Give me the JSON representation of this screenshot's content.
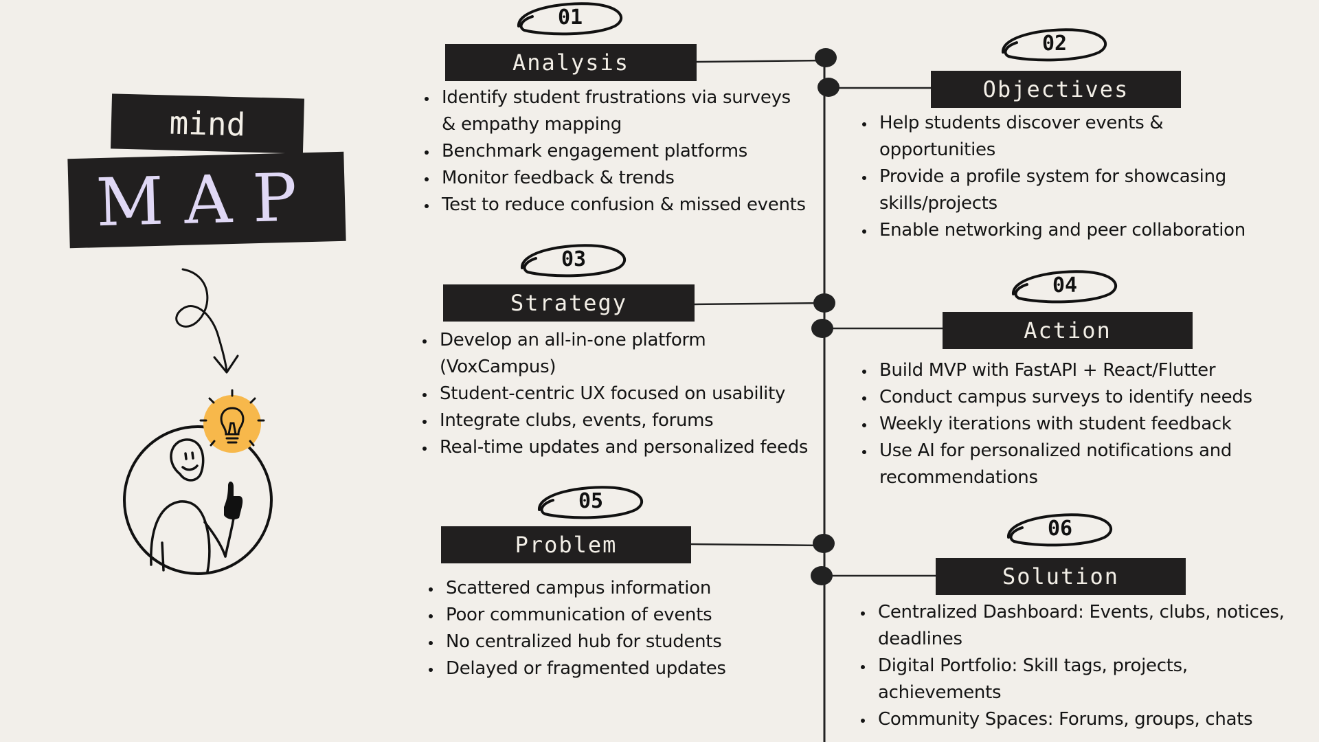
{
  "header": {
    "mind": "mind",
    "map": "MAP"
  },
  "illustration": {
    "icon": "person-with-idea-lightbulb-icon",
    "arrow": "curly-arrow-icon"
  },
  "colors": {
    "background": "#f2efea",
    "box": "#211f1f",
    "box_text": "#f3efe7",
    "accent": "#f7b84b"
  },
  "sections": [
    {
      "number": "01",
      "title": "Analysis",
      "items": [
        "Identify student frustrations via surveys & empathy mapping",
        "Benchmark engagement platforms",
        "Monitor feedback & trends",
        "Test to reduce confusion & missed events"
      ]
    },
    {
      "number": "02",
      "title": "Objectives",
      "items": [
        "Help students discover events & opportunities",
        "Provide a profile system for showcasing skills/projects",
        "Enable networking and peer collaboration"
      ]
    },
    {
      "number": "03",
      "title": "Strategy",
      "items": [
        "Develop an all-in-one platform (VoxCampus)",
        "Student-centric UX focused on usability",
        "Integrate clubs, events, forums",
        "Real-time updates and personalized feeds"
      ]
    },
    {
      "number": "04",
      "title": "Action",
      "items": [
        "Build MVP with FastAPI + React/Flutter",
        "Conduct campus surveys to identify needs",
        "Weekly iterations with student feedback",
        "Use AI for personalized notifications and recommendations"
      ]
    },
    {
      "number": "05",
      "title": "Problem",
      "items": [
        "Scattered campus information",
        "Poor communication of events",
        "No centralized hub for students",
        "Delayed or fragmented updates"
      ]
    },
    {
      "number": "06",
      "title": "Solution",
      "items": [
        "Centralized Dashboard: Events, clubs, notices, deadlines",
        "Digital Portfolio: Skill tags, projects, achievements",
        "Community Spaces: Forums, groups, chats"
      ]
    }
  ]
}
